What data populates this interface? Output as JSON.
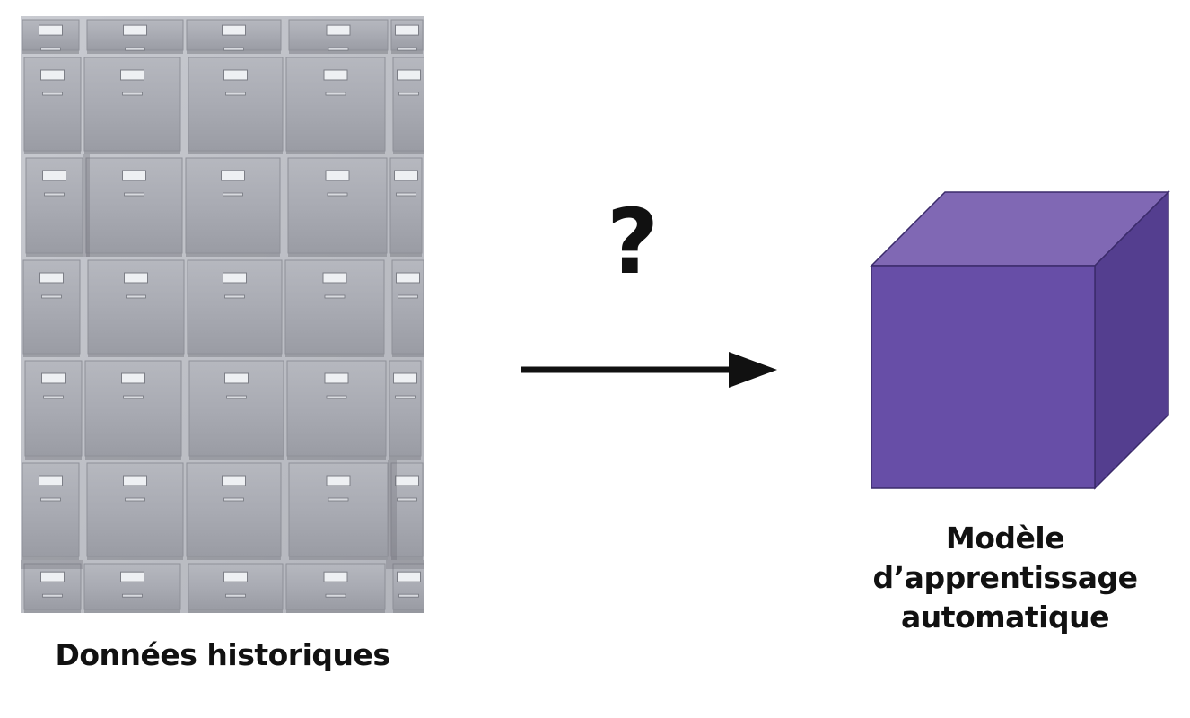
{
  "diagram": {
    "source": {
      "label": "Données historiques",
      "image_icon": "filing-cabinet-drawers-photo",
      "drawer_color": "#a9abb3"
    },
    "arrow": {
      "annotation": "?",
      "icon": "right-arrow-icon",
      "color": "#111111"
    },
    "target": {
      "label_line1": "Modèle d’apprentissage",
      "label_line2": "automatique",
      "icon": "cube-icon",
      "colors": {
        "front": "#674ea7",
        "top": "#8068b4",
        "side": "#543e8f",
        "edge": "#3b2b6b"
      }
    }
  }
}
